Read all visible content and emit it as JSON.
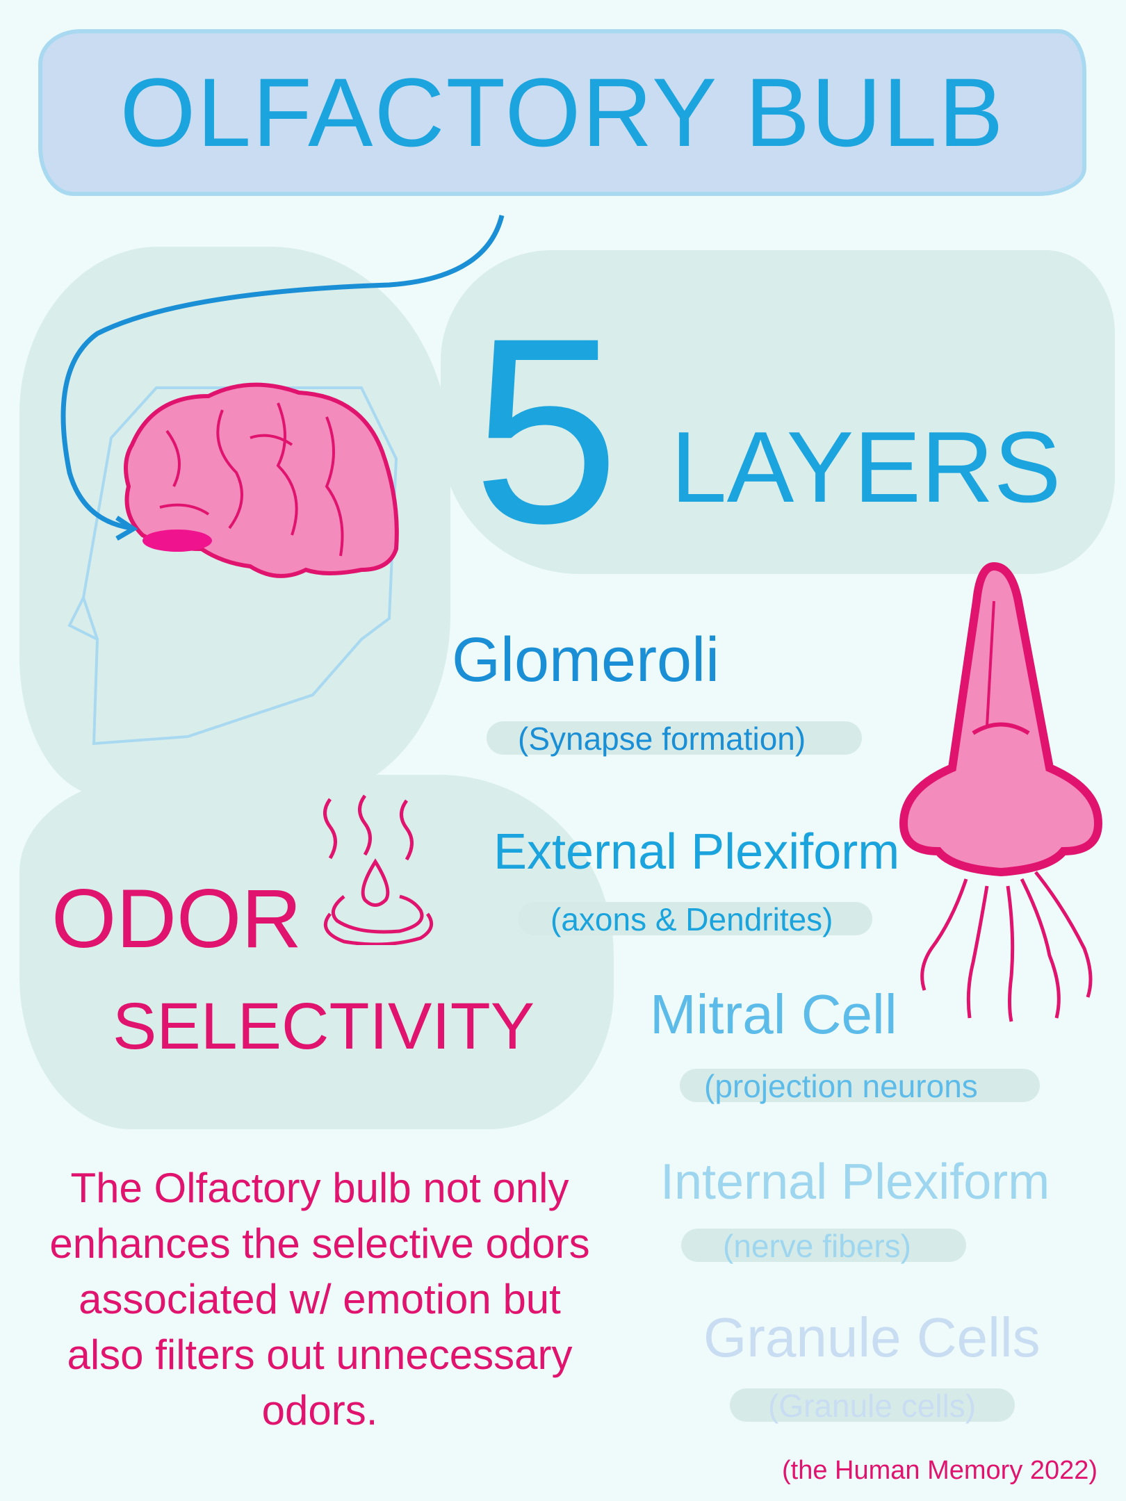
{
  "title": "OLFACTORY BULB",
  "layers_heading": {
    "number": "5",
    "word": "LAYERS"
  },
  "layers": [
    {
      "name": "Glomeroli",
      "description": "(Synapse formation)",
      "color": "#1b8fd6"
    },
    {
      "name": "External Plexiform",
      "description": "(axons & Dendrites)",
      "color": "#1aa3dc"
    },
    {
      "name": "Mitral Cell",
      "description": "(projection neurons",
      "color": "#5cbbe8"
    },
    {
      "name": "Internal Plexiform",
      "description": "(nerve fibers)",
      "color": "#9fd6ef"
    },
    {
      "name": "Granule Cells",
      "description": "(Granule cells)",
      "color": "#c8dcf2"
    }
  ],
  "odor_heading": {
    "line1": "ODOR",
    "line2": "SELECTIVITY"
  },
  "paragraph": "The Olfactory bulb not only enhances the selective odors associated w/ emotion but also filters out unnecessary odors.",
  "citation": "(the Human Memory 2022)",
  "colors": {
    "background": "#eefbfa",
    "blue": "#1ba4dd",
    "pink": "#e0146e",
    "pink_fill": "#f48bbd",
    "blob": "#d9edea"
  },
  "icons": [
    "head-brain-illustration",
    "arrow-icon",
    "nose-icon",
    "odor-steam-icon"
  ]
}
